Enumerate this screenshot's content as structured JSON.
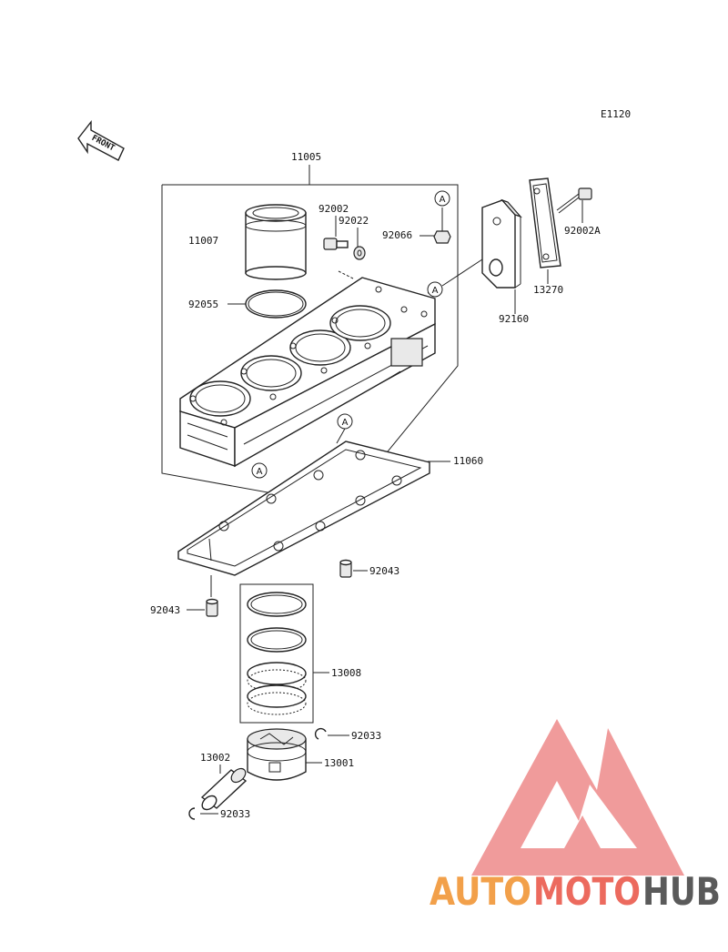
{
  "diagram_code": "E1120",
  "front_label": "FRONT",
  "ref_marker": "A",
  "labels": {
    "cylinder_assy": "11005",
    "liner": "11007",
    "oring": "92055",
    "bolt_92002": "92002",
    "washer": "92022",
    "nut": "92066",
    "bracket": "92160",
    "plate": "13270",
    "bolt_92002a": "92002A",
    "gasket": "11060",
    "dowel_right": "92043",
    "dowel_left": "92043",
    "ring_set": "13008",
    "piston": "13001",
    "pin": "13002",
    "circlip_top": "92033",
    "circlip_bottom": "92033"
  },
  "watermark": {
    "part1": "AUTO",
    "part2": "MOTO",
    "part3": "HUB",
    "colors": {
      "auto": "#f2a04a",
      "moto": "#ec6a5e",
      "hub": "#5a5a5a",
      "logo": "#ee8a8a"
    }
  }
}
